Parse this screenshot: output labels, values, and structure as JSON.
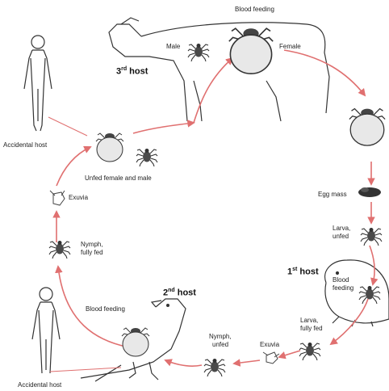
{
  "labels": {
    "blood_feeding_top": "Blood feeding",
    "male": "Male",
    "female": "Female",
    "third_host_num": "3",
    "third_host_sup": "rd",
    "third_host_word": " host",
    "accidental_host_top": "Accidental host",
    "unfed_female_male": "Unfed female and male",
    "egg_mass": "Egg mass",
    "exuvia_left": "Exuvia",
    "nymph_fully_fed_1": "Nymph,",
    "nymph_fully_fed_2": "fully fed",
    "larva_unfed_1": "Larva,",
    "larva_unfed_2": "unfed",
    "first_host_num": "1",
    "first_host_sup": "st",
    "first_host_word": " host",
    "blood_feeding_mouse_1": "Blood",
    "blood_feeding_mouse_2": "feeding",
    "second_host_num": "2",
    "second_host_sup": "nd",
    "second_host_word": " host",
    "blood_feeding_bird": "Blood feeding",
    "larva_fully_fed_1": "Larva,",
    "larva_fully_fed_2": "fully fed",
    "nymph_unfed_1": "Nymph,",
    "nymph_unfed_2": "unfed",
    "exuvia_bottom": "Exuvia",
    "accidental_host_bottom": "Accidental host"
  },
  "colors": {
    "arrow": "#e07070",
    "outline": "#333333",
    "tick_body": "#4a4a4a",
    "engorged": "#e8e8e8"
  },
  "icons": [
    "human-silhouette-icon",
    "cow-icon",
    "bird-icon",
    "mouse-icon",
    "tick-icon",
    "engorged-tick-icon",
    "egg-mass-icon",
    "exuvia-icon"
  ]
}
